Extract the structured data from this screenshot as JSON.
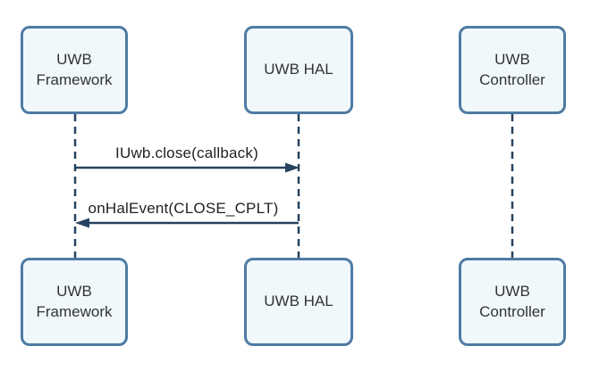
{
  "diagram": {
    "type": "sequence-diagram",
    "actors": [
      {
        "id": "uwb-framework",
        "label": "UWB\nFramework"
      },
      {
        "id": "uwb-hal",
        "label": "UWB HAL"
      },
      {
        "id": "uwb-controller",
        "label": "UWB\nController"
      }
    ],
    "messages": [
      {
        "from": "uwb-framework",
        "to": "uwb-hal",
        "direction": "right",
        "label": "IUwb.close(callback)"
      },
      {
        "from": "uwb-hal",
        "to": "uwb-framework",
        "direction": "left",
        "label": "onHalEvent(CLOSE_CPLT)"
      }
    ],
    "colors": {
      "background": "#ffffff",
      "box_fill": "#f0f8fc",
      "box_border": "#4e7ba4",
      "line": "#27425e",
      "box_text": "#333333",
      "message_text": "#1f1f1f"
    }
  }
}
